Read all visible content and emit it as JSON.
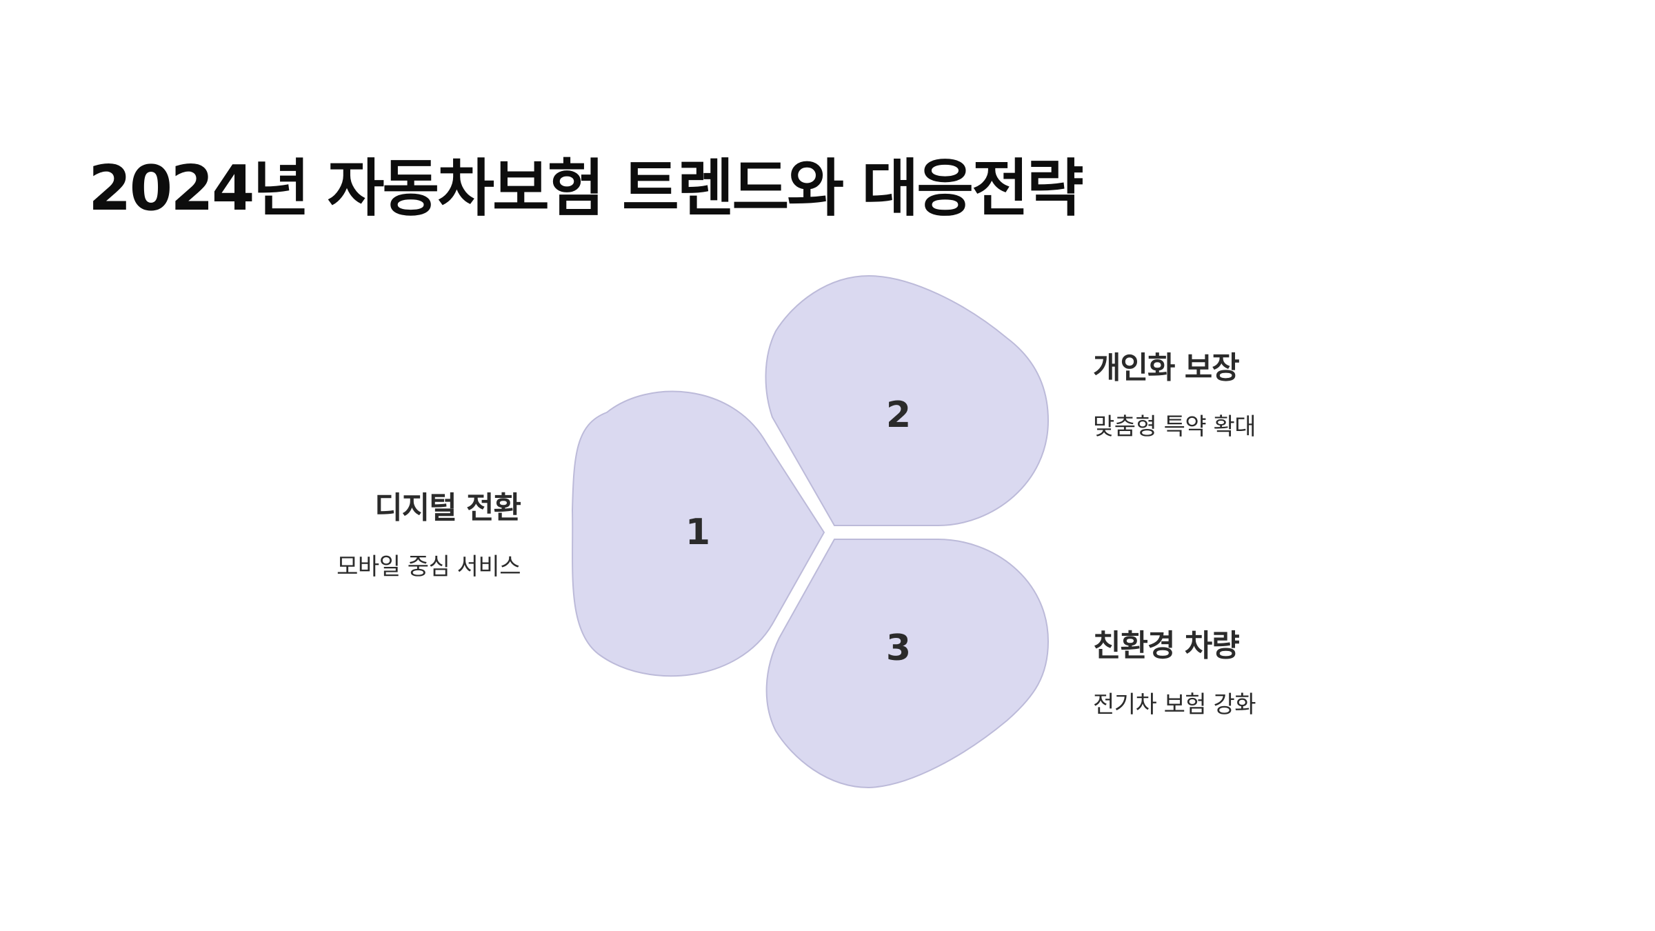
{
  "title": "2024년 자동차보험 트렌드와 대응전략",
  "colors": {
    "petal_fill": "#dad9f0",
    "petal_stroke": "#bcbad9",
    "text": "#2b2b2b",
    "title": "#0d0d0d"
  },
  "items": [
    {
      "number": "1",
      "title": "디지털 전환",
      "description": "모바일 중심 서비스"
    },
    {
      "number": "2",
      "title": "개인화 보장",
      "description": "맞춤형 특약 확대"
    },
    {
      "number": "3",
      "title": "친환경 차량",
      "description": "전기차 보험 강화"
    }
  ]
}
